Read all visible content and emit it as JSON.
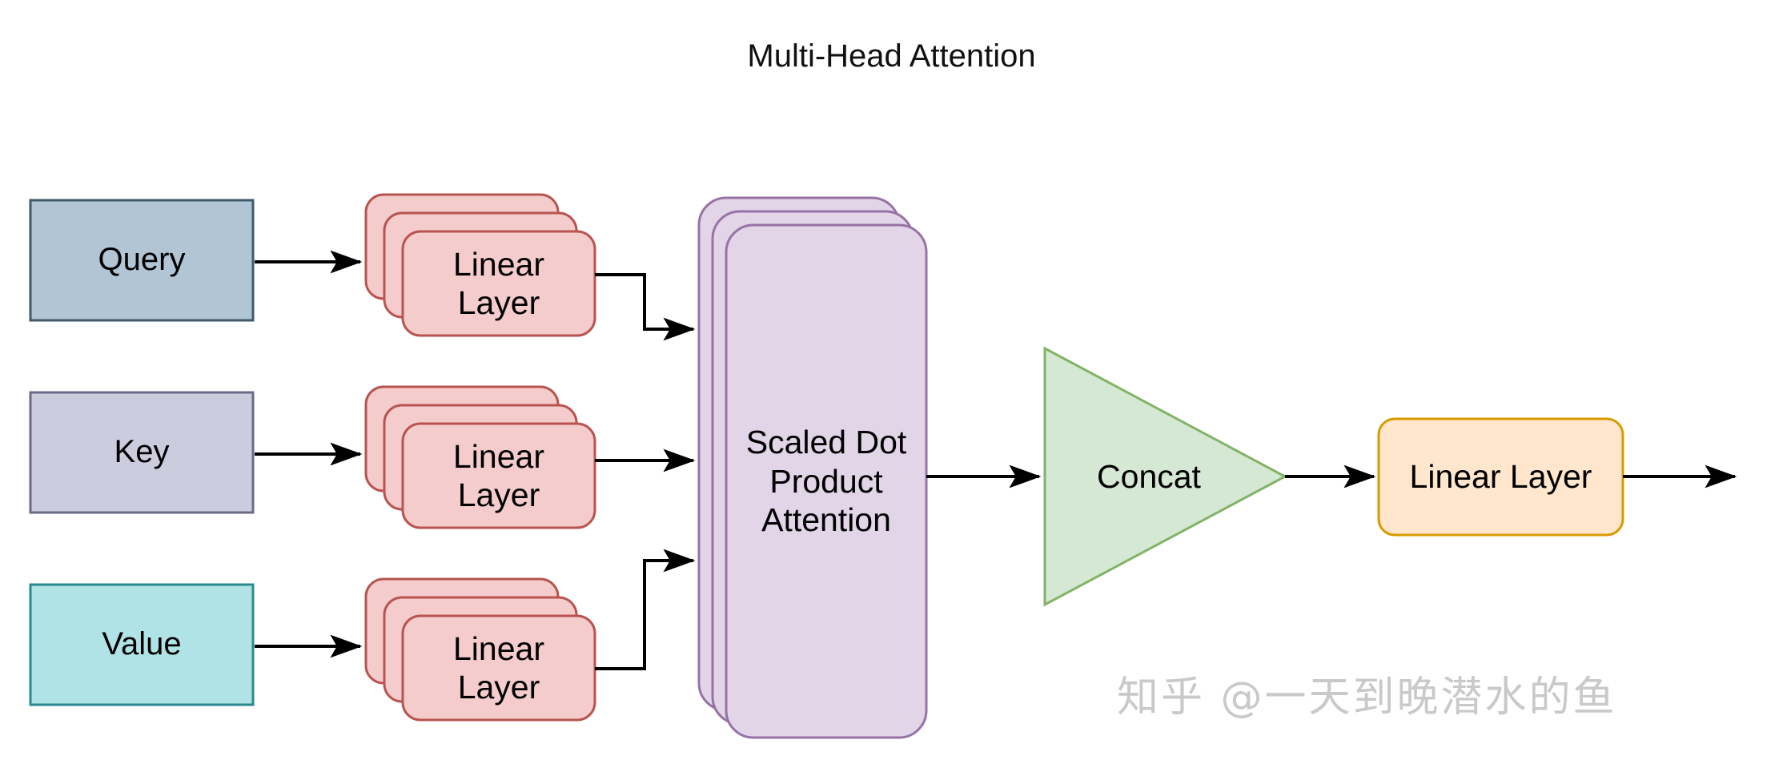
{
  "diagram": {
    "title": "Multi-Head Attention",
    "watermark": "知乎 @一天到晚潜水的鱼",
    "background_color": "#ffffff"
  },
  "inputs": [
    {
      "id": "query",
      "label": "Query",
      "fill": "#b1c5d4",
      "stroke": "#3d5a6c"
    },
    {
      "id": "key",
      "label": "Key",
      "fill": "#cdccdf",
      "stroke": "#6a6a8a"
    },
    {
      "id": "value",
      "label": "Value",
      "fill": "#b0e3e6",
      "stroke": "#2a8a8f"
    }
  ],
  "linear_stacks": [
    {
      "id": "linear-query",
      "label": "Linear\nLayer",
      "fill": "#f5cccc",
      "stroke": "#b85450",
      "count": 3
    },
    {
      "id": "linear-key",
      "label": "Linear\nLayer",
      "fill": "#f5cccc",
      "stroke": "#b85450",
      "count": 3
    },
    {
      "id": "linear-value",
      "label": "Linear\nLayer",
      "fill": "#f5cccc",
      "stroke": "#b85450",
      "count": 3
    }
  ],
  "attention": {
    "id": "scaled-dot-product-attention",
    "label": "Scaled Dot\nProduct\nAttention",
    "fill": "#e1d5e7",
    "stroke": "#9673a6",
    "count": 3
  },
  "concat": {
    "id": "concat",
    "label": "Concat",
    "fill": "#d5e8d4",
    "stroke": "#82b366"
  },
  "final_linear": {
    "id": "output-linear-layer",
    "label": "Linear Layer",
    "fill": "#ffe6cc",
    "stroke": "#d79b00"
  },
  "connectors": {
    "arrow_color": "#000000",
    "edges": [
      {
        "from": "query",
        "to": "linear-query",
        "type": "straight"
      },
      {
        "from": "key",
        "to": "linear-key",
        "type": "straight"
      },
      {
        "from": "value",
        "to": "linear-value",
        "type": "straight"
      },
      {
        "from": "linear-query",
        "to": "scaled-dot-product-attention",
        "type": "elbow-down"
      },
      {
        "from": "linear-key",
        "to": "scaled-dot-product-attention",
        "type": "straight"
      },
      {
        "from": "linear-value",
        "to": "scaled-dot-product-attention",
        "type": "elbow-up"
      },
      {
        "from": "scaled-dot-product-attention",
        "to": "concat",
        "type": "straight"
      },
      {
        "from": "concat",
        "to": "output-linear-layer",
        "type": "straight"
      },
      {
        "from": "output-linear-layer",
        "to": "output",
        "type": "straight"
      }
    ]
  }
}
